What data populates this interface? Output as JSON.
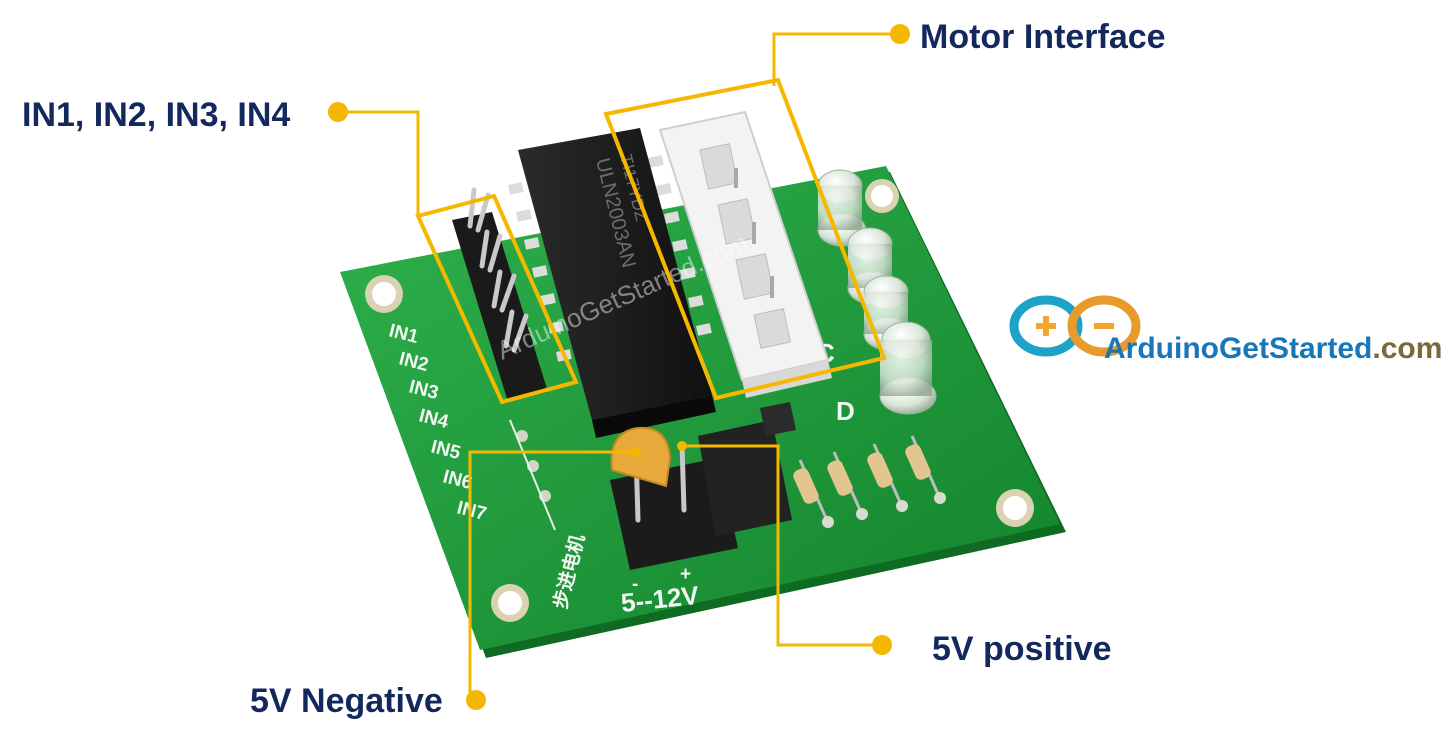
{
  "callouts": {
    "motor_interface": "Motor Interface",
    "inputs": "IN1, IN2, IN3, IN4",
    "positive": "5V positive",
    "negative": "5V Negative"
  },
  "board": {
    "pin_labels": [
      "IN1",
      "IN2",
      "IN3",
      "IN4",
      "IN5",
      "IN6",
      "IN7"
    ],
    "led_labels": [
      "C",
      "D"
    ],
    "power_minus": "-",
    "power_plus": "+",
    "voltage": "5--12V",
    "chinese_label": "步进电机",
    "chip_text_line1": "ULN2003AN",
    "chip_text_line2": "TI17YDZ"
  },
  "watermark": "ArduinoGetStarted.com",
  "logo": {
    "part1": "ArduinoGetStarted",
    "part2": ".com",
    "color1": "#1877b8",
    "color2": "#7a6a3a"
  },
  "colors": {
    "callout_line": "#f5b800",
    "label_text": "#13285c",
    "pcb": "#1f9a3c"
  }
}
